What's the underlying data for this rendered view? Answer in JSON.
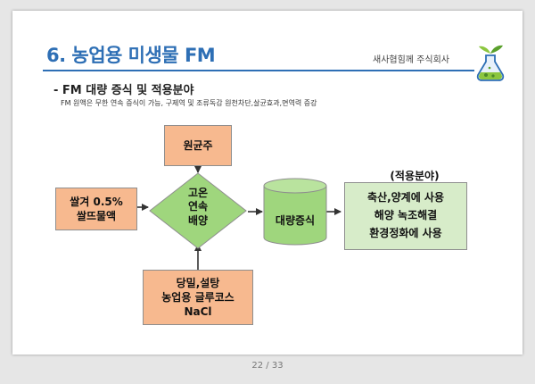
{
  "slide": {
    "title": "6. 농업용 미생물 FM",
    "company": "새사협힘께 주식회사",
    "subtitle": "- FM 대량 증식 및 적용분야",
    "description": "FM 원액은 무한 연속 증식이 가능, 구제역 및 조류독감 원천차단,살균효과,면역력 증강",
    "logo_icon": "flask-sprout-icon"
  },
  "diagram": {
    "strain": "원균주",
    "rice_water": "쌀겨 0.5%\n쌀뜨물액",
    "culture": "고온\n연속\n배양",
    "mass_growth": "대량증식",
    "nutrients": "당밀,설탕\n농업용 글루코스\nNaCl",
    "apply_heading": "(적용분야)",
    "apply_text": "축산,양계에 사용\n해양 녹조해결\n환경정화에 사용"
  },
  "colors": {
    "title_blue": "#2e6fb5",
    "orange_fill": "#f7b98f",
    "green_fill": "#d7ecc9",
    "diamond_fill": "#9fd67d",
    "cylinder_fill": "#9fd67d"
  },
  "page": {
    "indicator": "22 / 33"
  }
}
